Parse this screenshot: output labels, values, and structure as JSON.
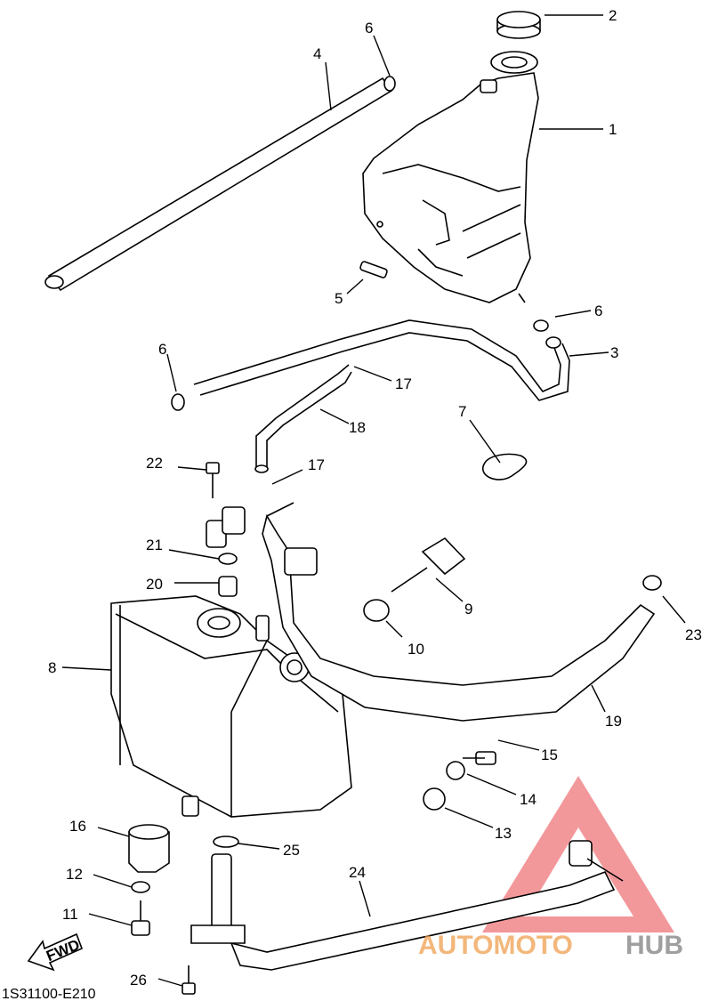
{
  "callouts": [
    {
      "n": "1",
      "label": "1"
    },
    {
      "n": "2",
      "label": "2"
    },
    {
      "n": "3",
      "label": "3"
    },
    {
      "n": "4",
      "label": "4"
    },
    {
      "n": "5",
      "label": "5"
    },
    {
      "n": "6a",
      "label": "6"
    },
    {
      "n": "6b",
      "label": "6"
    },
    {
      "n": "6c",
      "label": "6"
    },
    {
      "n": "7",
      "label": "7"
    },
    {
      "n": "8",
      "label": "8"
    },
    {
      "n": "9",
      "label": "9"
    },
    {
      "n": "10",
      "label": "10"
    },
    {
      "n": "11",
      "label": "11"
    },
    {
      "n": "12",
      "label": "12"
    },
    {
      "n": "13",
      "label": "13"
    },
    {
      "n": "14",
      "label": "14"
    },
    {
      "n": "15",
      "label": "15"
    },
    {
      "n": "16",
      "label": "16"
    },
    {
      "n": "17a",
      "label": "17"
    },
    {
      "n": "17b",
      "label": "17"
    },
    {
      "n": "18",
      "label": "18"
    },
    {
      "n": "19",
      "label": "19"
    },
    {
      "n": "20",
      "label": "20"
    },
    {
      "n": "21",
      "label": "21"
    },
    {
      "n": "22",
      "label": "22"
    },
    {
      "n": "23",
      "label": "23"
    },
    {
      "n": "24",
      "label": "24"
    },
    {
      "n": "25",
      "label": "25"
    },
    {
      "n": "26",
      "label": "26"
    }
  ],
  "fwd_label": "FWD",
  "diagram_code": "1S31100-E210",
  "watermark": {
    "prefix": "AUTOMOTO",
    "suffix": "HUB",
    "prefix_color": "#f0a050",
    "suffix_color": "#808080",
    "triangle_color": "#e8454a"
  }
}
